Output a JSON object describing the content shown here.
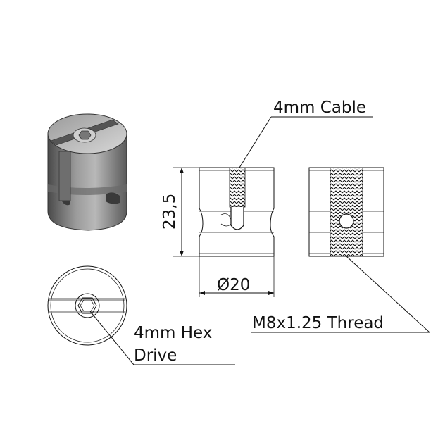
{
  "labels": {
    "cable": "4mm Cable",
    "height_dim": "23,5",
    "diameter_dim": "Ø20",
    "thread": "M8x1.25 Thread",
    "hex_line1": "4mm Hex",
    "hex_line2": "Drive"
  },
  "colors": {
    "metal_dark": "#5a5a5a",
    "metal_mid": "#8c8c8c",
    "metal_light": "#cfcfcf",
    "line": "#111111"
  }
}
